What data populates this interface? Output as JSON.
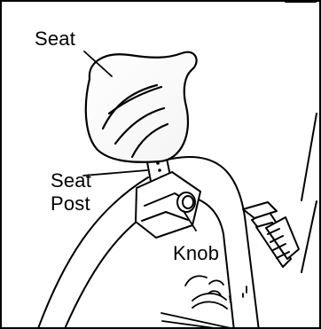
{
  "diagram": {
    "labels": {
      "seat": "Seat",
      "seat_post_line1": "Seat",
      "seat_post_line2": "Post",
      "knob": "Knob"
    }
  }
}
